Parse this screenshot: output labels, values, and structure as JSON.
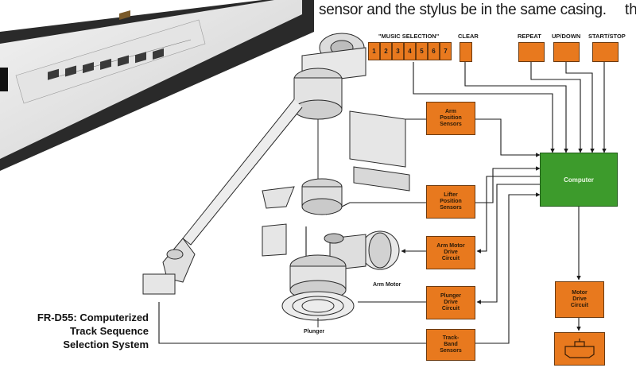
{
  "caption": {
    "line": "sensor and the stylus be in the same casing.",
    "edge_fragment": "th"
  },
  "system_title": "FR-D55: Computerized\nTrack Sequence\nSelection System",
  "controls": {
    "music_selection_label": "\"MUSIC SELECTION\"",
    "music_selection_keys": [
      "1",
      "2",
      "3",
      "4",
      "5",
      "6",
      "7"
    ],
    "clear_label": "CLEAR",
    "repeat_label": "REPEAT",
    "updown_label": "UP/DOWN",
    "startstop_label": "START/STOP"
  },
  "blocks": {
    "arm_position_sensors": "Arm\nPosition\nSensors",
    "lifter_position_sensors": "Lifter\nPosition\nSensors",
    "arm_motor_drive_circuit": "Arm Motor\nDrive\nCircuit",
    "plunger_drive_circuit": "Plunger\nDrive\nCircuit",
    "track_band_sensors": "Track-\nBand\nSensors",
    "computer": "Computer",
    "motor_drive_circuit": "Motor\nDrive\nCircuit"
  },
  "illustration_labels": {
    "arm_motor": "Arm Motor",
    "plunger": "Plunger"
  },
  "colors": {
    "block_orange": "#e8791e",
    "computer_green": "#3d9b2c",
    "line": "#1a1a1a"
  }
}
